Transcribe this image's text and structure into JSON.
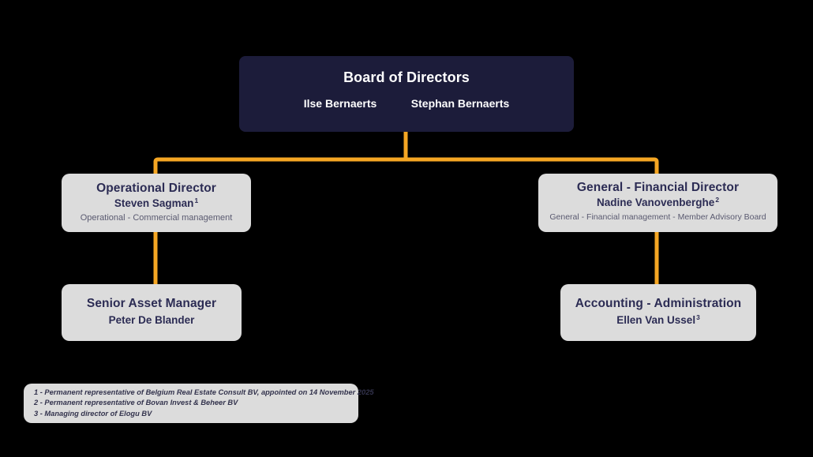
{
  "colors": {
    "background": "#000000",
    "board_box": "#1c1c3a",
    "node_box": "#dcdcdc",
    "connector": "#f5a623",
    "dark_text": "#2c2c54",
    "light_text": "#ffffff",
    "muted_text": "#5a5a70"
  },
  "chart_data": {
    "type": "org-chart",
    "nodes": [
      {
        "id": "board-of-directors",
        "title": "Board of Directors",
        "people": [
          "Ilse Bernaerts",
          "Stephan Bernaerts"
        ],
        "style": "dark",
        "level": 0
      },
      {
        "id": "operational-director",
        "title": "Operational Director",
        "person": "Steven Sagman",
        "footnote_marker": "1",
        "subtitle": "Operational - Commercial management",
        "style": "light",
        "level": 1,
        "parent": "board-of-directors"
      },
      {
        "id": "general-financial-director",
        "title": "General - Financial Director",
        "person": "Nadine Vanovenberghe",
        "footnote_marker": "2",
        "subtitle": "General - Financial management - Member Advisory Board",
        "style": "light",
        "level": 1,
        "parent": "board-of-directors"
      },
      {
        "id": "senior-asset-manager",
        "title": "Senior Asset Manager",
        "person": "Peter De Blander",
        "footnote_marker": "",
        "subtitle": "",
        "style": "light",
        "level": 2,
        "parent": "operational-director"
      },
      {
        "id": "accounting-administration",
        "title": "Accounting - Administration",
        "person": "Ellen Van Ussel",
        "footnote_marker": "3",
        "subtitle": "",
        "style": "light",
        "level": 2,
        "parent": "general-financial-director"
      }
    ]
  },
  "board": {
    "title": "Board of Directors",
    "person_left": "Ilse Bernaerts",
    "person_right": "Stephan Bernaerts"
  },
  "operational_director": {
    "title": "Operational Director",
    "person": "Steven Sagman",
    "marker": "1",
    "subtitle": "Operational - Commercial management"
  },
  "general_financial_director": {
    "title": "General - Financial Director",
    "person": "Nadine Vanovenberghe",
    "marker": "2",
    "subtitle": "General - Financial management - Member Advisory Board"
  },
  "senior_asset_manager": {
    "title": "Senior Asset Manager",
    "person": "Peter De Blander"
  },
  "accounting_administration": {
    "title": "Accounting - Administration",
    "person": "Ellen Van Ussel",
    "marker": "3"
  },
  "footnotes": {
    "line1": "1 - Permanent representative of Belgium Real Estate Consult BV, appointed on 14 November 2025",
    "line2": "2 - Permanent representative of Bovan Invest & Beheer BV",
    "line3": "3 - Managing director of Elogu BV"
  }
}
